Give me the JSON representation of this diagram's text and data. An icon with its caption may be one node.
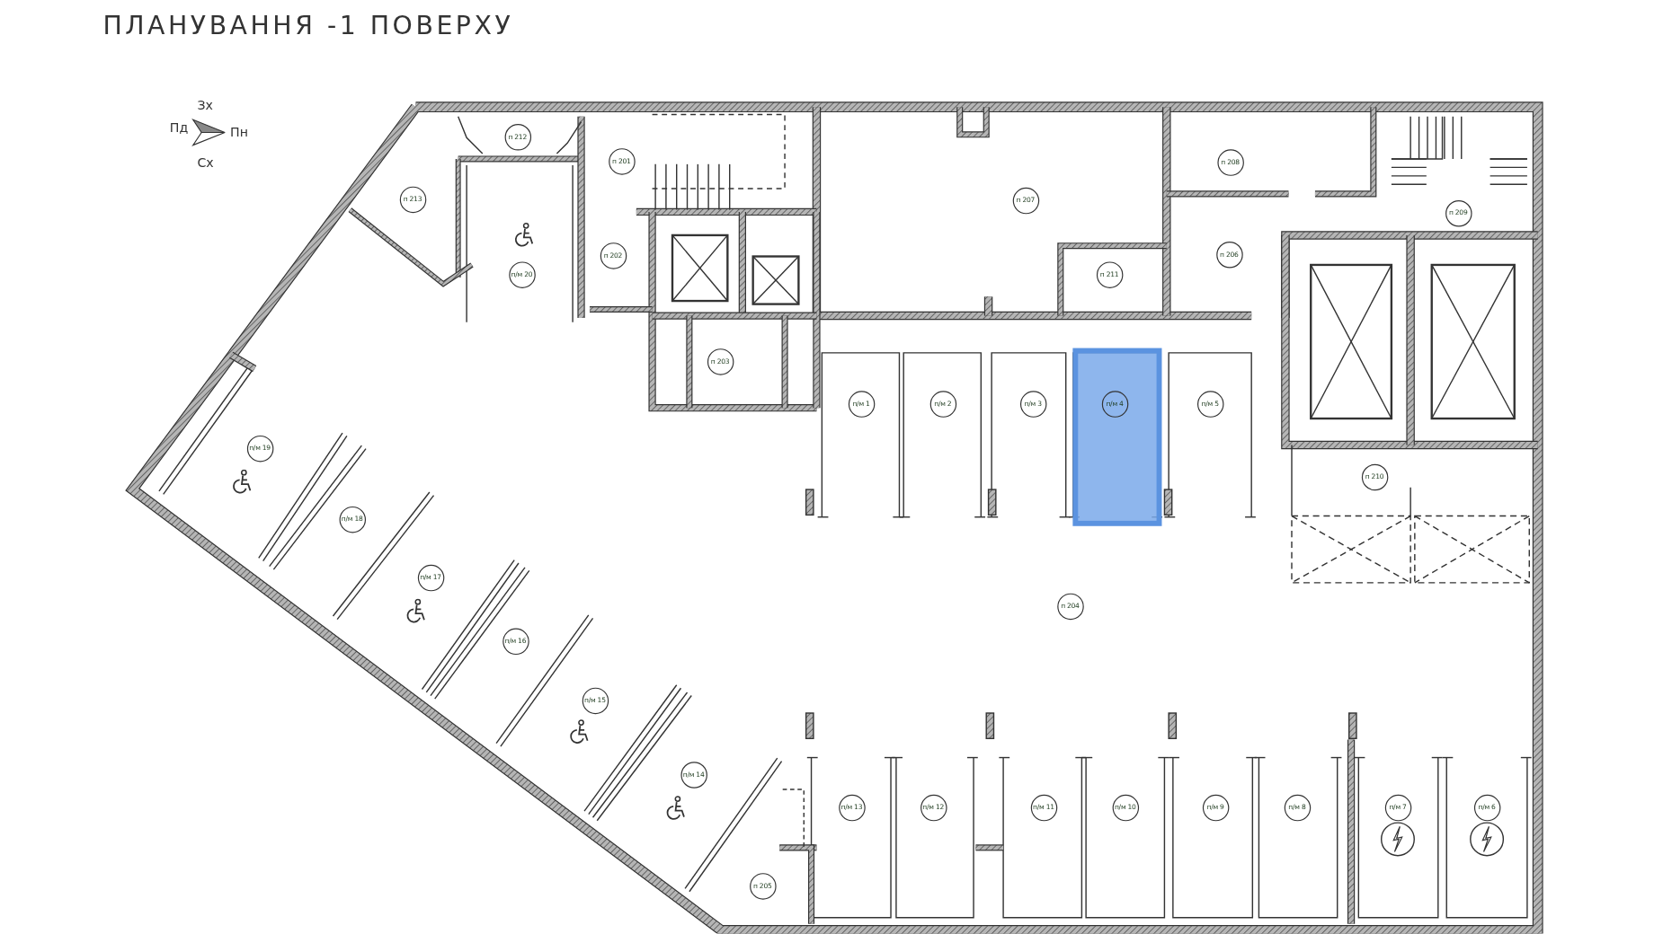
{
  "diagram": {
    "title": "ПЛАНУВАННЯ -1 ПОВЕРХУ",
    "nodes": [
      {
        "text": [
          "п 212"
        ]
      },
      {
        "text": [
          "п 201"
        ]
      },
      {
        "text": [
          "п 213"
        ]
      },
      {
        "text": [
          "п 202"
        ]
      },
      {
        "text": [
          "п/м 20"
        ]
      },
      {
        "text": [
          "п 203"
        ]
      },
      {
        "text": [
          "п 207"
        ]
      },
      {
        "text": [
          "п 208"
        ]
      },
      {
        "text": [
          "п 209"
        ]
      },
      {
        "text": [
          "п 206"
        ]
      },
      {
        "text": [
          "п 211"
        ]
      },
      {
        "text": [
          "п/м 1"
        ]
      },
      {
        "text": [
          "п/м 2"
        ]
      },
      {
        "text": [
          "п/м 3"
        ]
      },
      {
        "text": [
          "п/м 4"
        ]
      },
      {
        "text": [
          "п/м 5"
        ]
      },
      {
        "text": [
          "п 210"
        ]
      },
      {
        "text": [
          "п/м 19"
        ]
      },
      {
        "text": [
          "п/м 18"
        ]
      },
      {
        "text": [
          "п/м 17"
        ]
      },
      {
        "text": [
          "п 204"
        ]
      },
      {
        "text": [
          "п/м 16"
        ]
      },
      {
        "text": [
          "п/м 15"
        ]
      },
      {
        "text": [
          "п/м 14"
        ]
      },
      {
        "text": [
          "п/м 13"
        ]
      },
      {
        "text": [
          "п/м 12"
        ]
      },
      {
        "text": [
          "п/м 11"
        ]
      },
      {
        "text": [
          "п/м 10"
        ]
      },
      {
        "text": [
          "п/м 9"
        ]
      },
      {
        "text": [
          "п/м 8"
        ]
      },
      {
        "text": [
          "п/м 7"
        ]
      },
      {
        "text": [
          "п/м 6"
        ]
      },
      {
        "text": [
          "п 205"
        ]
      }
    ],
    "labels": [
      "Зх",
      "Пд",
      "Пн",
      "Сх"
    ]
  }
}
